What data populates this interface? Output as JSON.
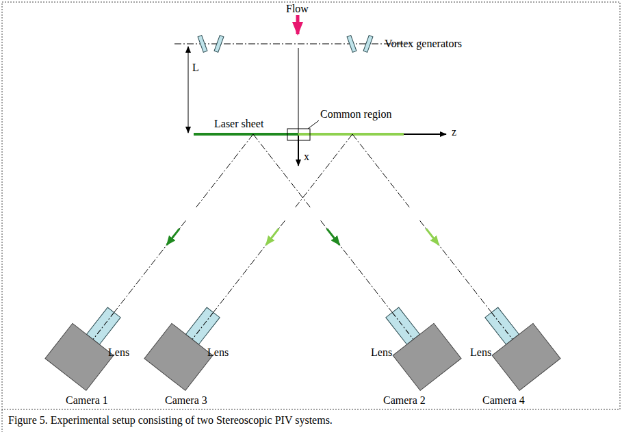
{
  "diagram": {
    "caption": "Figure 5. Experimental setup consisting of two Stereoscopic PIV systems.",
    "labels": [
      "Flow",
      "Vortex generators",
      "L",
      "Laser sheet",
      "Common region",
      "z",
      "x",
      "Lens",
      "Lens",
      "Lens",
      "Lens",
      "Camera 1",
      "Camera 3",
      "Camera 2",
      "Camera 4"
    ]
  }
}
